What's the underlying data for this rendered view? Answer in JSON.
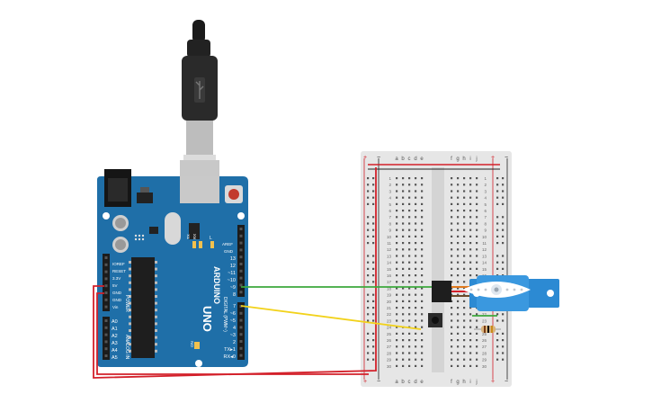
{
  "arduino": {
    "brand": "ARDUINO",
    "model": "UNO",
    "digital_label": "DIGITAL (PWM~)",
    "power_label": "POWER",
    "analog_label": "ANALOG IN",
    "tx_label": "TX",
    "rx_label": "RX",
    "l_label": "L",
    "on_label": "ON",
    "ioref": "IOREF",
    "reset": "RESET",
    "v33": "3.3V",
    "v5": "5V",
    "gnd1": "GND",
    "gnd2": "GND",
    "vin": "Vin",
    "aref": "AREF",
    "gnd_top": "GND",
    "digital_pins": [
      "13",
      "12",
      "~11",
      "~10",
      "~9",
      "8",
      "7",
      "~6",
      "~5",
      "4",
      "~3",
      "2",
      "TX▸1",
      "RX◂0"
    ],
    "analog_pins": [
      "A0",
      "A1",
      "A2",
      "A3",
      "A4",
      "A5"
    ]
  },
  "breadboard": {
    "col_letters_left": [
      "a",
      "b",
      "c",
      "d",
      "e"
    ],
    "col_letters_right": [
      "f",
      "g",
      "h",
      "i",
      "j"
    ],
    "rail_plus": "+",
    "rail_minus": "−",
    "row_numbers": [
      "1",
      "2",
      "3",
      "4",
      "5",
      "6",
      "7",
      "8",
      "9",
      "10",
      "11",
      "12",
      "13",
      "14",
      "15",
      "16",
      "17",
      "18",
      "19",
      "20",
      "21",
      "22",
      "23",
      "24",
      "25",
      "26",
      "27",
      "28",
      "29",
      "30"
    ]
  },
  "colors": {
    "board": "#1f6fa8",
    "board_dark": "#17598a",
    "breadboard": "#e6e6e6",
    "wire_red": "#d3202a",
    "wire_black": "#222222",
    "wire_green": "#3ca83c",
    "wire_yellow": "#f2d21b",
    "servo": "#2c8ad3"
  }
}
